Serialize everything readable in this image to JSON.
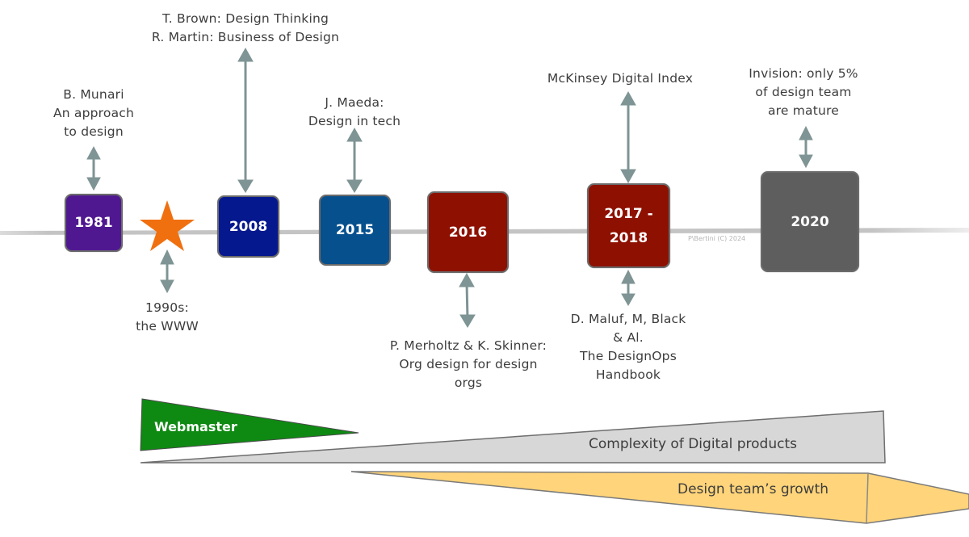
{
  "timeline": {
    "milestones": [
      {
        "id": "1981",
        "label": "1981",
        "color": "#4f1890"
      },
      {
        "id": "1990s",
        "shape": "star",
        "color": "#f07010"
      },
      {
        "id": "2008",
        "label": "2008",
        "color": "#06188e"
      },
      {
        "id": "2015",
        "label": "2015",
        "color": "#06508e"
      },
      {
        "id": "2016",
        "label": "2016",
        "color": "#8e1000"
      },
      {
        "id": "2017-2018",
        "label_line1": "2017 -",
        "label_line2": "2018",
        "color": "#8e1000"
      },
      {
        "id": "2020",
        "label": "2020",
        "color": "#5e5e5e"
      }
    ],
    "annotations": {
      "munari": [
        "B. Munari",
        "An approach",
        "to design"
      ],
      "brown_martin": [
        "T. Brown: Design Thinking",
        "R. Martin: Business of Design"
      ],
      "maeda": [
        "J. Maeda:",
        "Design in tech"
      ],
      "mckinsey": [
        "McKinsey Digital Index"
      ],
      "invision": [
        "Invision: only 5%",
        "of design team",
        "are mature"
      ],
      "www": [
        "1990s:",
        "the WWW"
      ],
      "merholtz": [
        "P. Merholtz & K. Skinner:",
        "Org design for design",
        "orgs"
      ],
      "maluf": [
        "D. Maluf, M, Black",
        "& Al.",
        "The DesignOps",
        "Handbook"
      ]
    },
    "watermark": "P\\Bertini (C) 2024"
  },
  "trends": {
    "webmaster": {
      "label": "Webmaster",
      "color": "#0e8a12"
    },
    "complexity": {
      "label": "Complexity of Digital products",
      "color": "#d7d7d7"
    },
    "design_team": {
      "label": "Design team’s growth",
      "color": "#ffd47a"
    }
  },
  "colors": {
    "arrow": "#7f9494",
    "timeline_line": "#c4c4c4",
    "border": "#6b6b6b"
  }
}
